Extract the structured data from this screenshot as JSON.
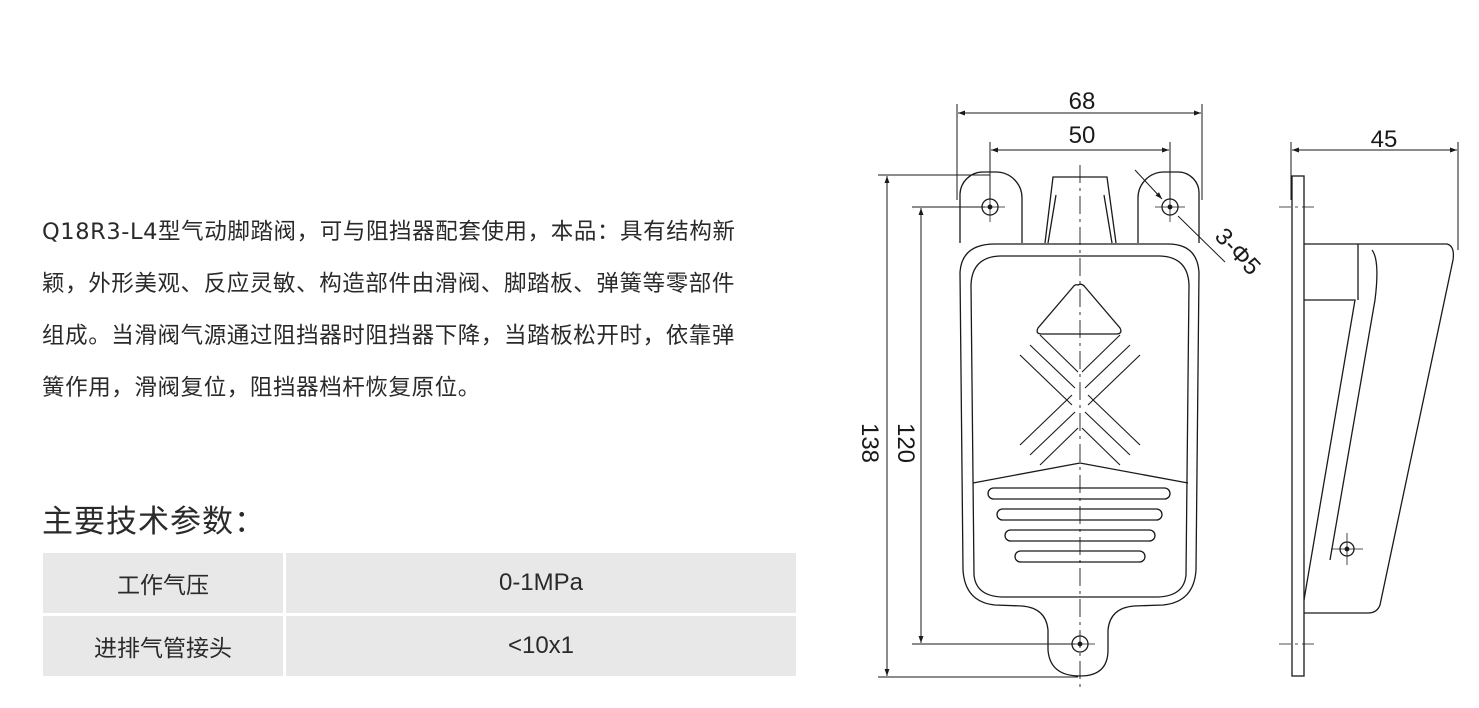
{
  "description": {
    "lines": [
      "Q18R3-L4型气动脚踏阀，可与阻挡器配套使用，本品：具有结构新",
      "颖，外形美观、反应灵敏、构造部件由滑阀、脚踏板、弹簧等零部件",
      "组成。当滑阀气源通过阻挡器时阻挡器下降，当踏板松开时，依靠弹",
      "簧作用，滑阀复位，阻挡器档杆恢复原位。"
    ]
  },
  "specs": {
    "title": "主要技术参数：",
    "rows": [
      {
        "label": "工作气压",
        "value": "0-1MPa"
      },
      {
        "label": "进排气管接头",
        "value": "<10x1"
      }
    ]
  },
  "drawing": {
    "dim_overall_width": "68",
    "dim_hole_spacing": "50",
    "dim_side_depth": "45",
    "dim_overall_length": "138",
    "dim_hole_length": "120",
    "dim_holes": "3-Φ5"
  }
}
